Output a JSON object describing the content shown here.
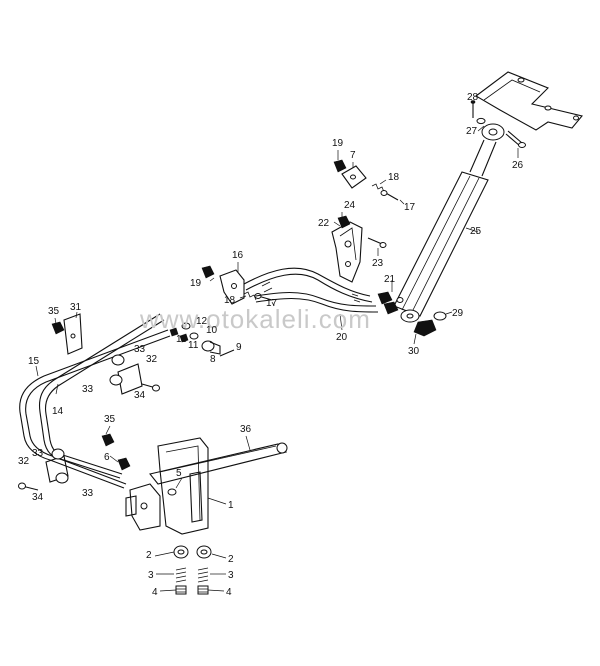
{
  "watermark": "www.otokaleli.com",
  "callouts": [
    "1",
    "2",
    "3",
    "4",
    "5",
    "6",
    "7",
    "8",
    "9",
    "10",
    "11",
    "12",
    "13",
    "14",
    "15",
    "16",
    "17",
    "18",
    "19",
    "20",
    "21",
    "22",
    "23",
    "24",
    "25",
    "26",
    "27",
    "28",
    "29",
    "30",
    "31",
    "32",
    "33",
    "34",
    "35",
    "36"
  ]
}
